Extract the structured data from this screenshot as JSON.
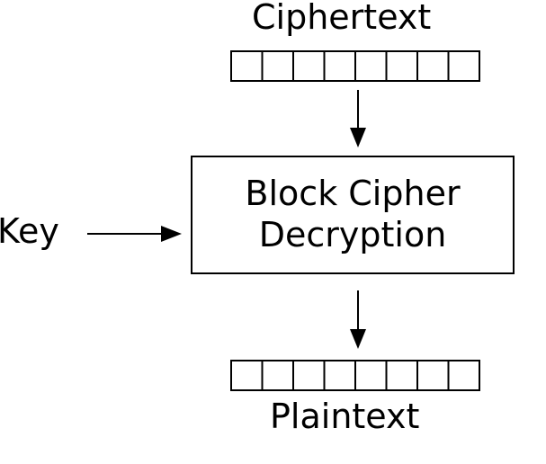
{
  "labels": {
    "ciphertext": "Ciphertext",
    "plaintext": "Plaintext",
    "key": "Key"
  },
  "block": {
    "line1": "Block Cipher",
    "line2": "Decryption"
  },
  "register_cells": 8,
  "colors": {
    "stroke": "#000000",
    "background": "#ffffff"
  }
}
